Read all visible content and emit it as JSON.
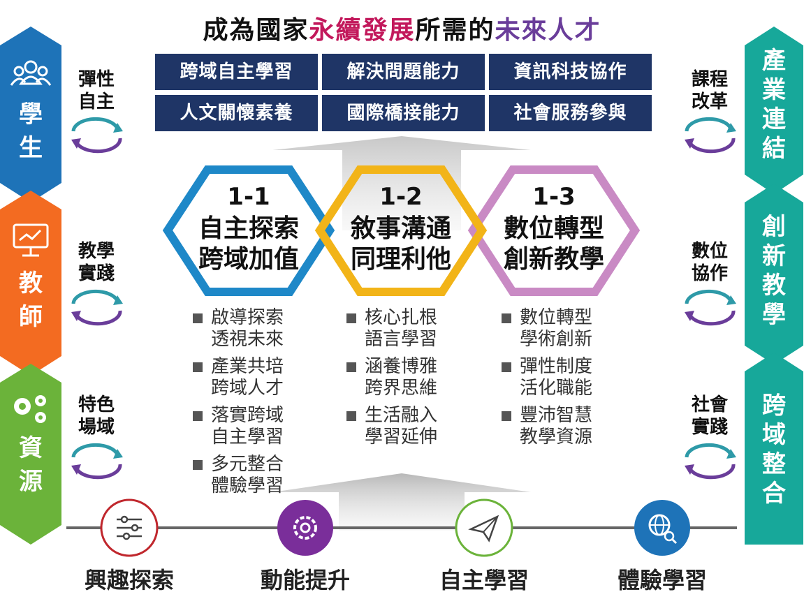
{
  "title": {
    "part1": "成為國家",
    "part2": "永續發展",
    "part3": "所需的",
    "part4": "未來人才"
  },
  "competencies": [
    "跨域自主學習",
    "解決問題能力",
    "資訊科技協作",
    "人文關懷素養",
    "國際橋接能力",
    "社會服務參與"
  ],
  "left_pillars": [
    {
      "label": "學\n生",
      "icon": "users-icon",
      "color": "#1e73b8"
    },
    {
      "label": "教\n師",
      "icon": "presentation-icon",
      "color": "#f36b21"
    },
    {
      "label": "資\n源",
      "icon": "gears-icon",
      "color": "#6bb33a"
    }
  ],
  "left_labels": [
    "彈性\n自主",
    "教學\n實踐",
    "特色\n場域"
  ],
  "right_pillars": [
    {
      "label": "產\n業\n連\n結",
      "color": "#17a89a"
    },
    {
      "label": "創\n新\n教\n學",
      "color": "#17a89a"
    },
    {
      "label": "跨\n域\n整\n合",
      "color": "#17a89a"
    }
  ],
  "right_labels": [
    "課程\n改革",
    "數位\n協作",
    "社會\n實踐"
  ],
  "hexes": [
    {
      "num": "1-1",
      "title": "自主探索\n跨域加值",
      "color": "#1e88c8",
      "items": [
        "啟導探索\n透視未來",
        "產業共培\n跨域人才",
        "落實跨域\n自主學習",
        "多元整合\n體驗學習"
      ]
    },
    {
      "num": "1-2",
      "title": "敘事溝通\n同理利他",
      "color": "#f2b418",
      "items": [
        "核心扎根\n語言學習",
        "涵養博雅\n跨界思維",
        "生活融入\n學習延伸"
      ]
    },
    {
      "num": "1-3",
      "title": "數位轉型\n創新教學",
      "color": "#c98ac4",
      "items": [
        "數位轉型\n學術創新",
        "彈性制度\n活化職能",
        "豐沛智慧\n教學資源"
      ]
    }
  ],
  "bottom": [
    {
      "label": "興趣探索",
      "icon": "sliders-icon",
      "color": "#c0272d"
    },
    {
      "label": "動能提升",
      "icon": "gear-icon",
      "color": "#7a2e9a"
    },
    {
      "label": "自主學習",
      "icon": "paper-plane-icon",
      "color": "#6bb33a"
    },
    {
      "label": "體驗學習",
      "icon": "globe-search-icon",
      "color": "#1e73b8"
    }
  ]
}
